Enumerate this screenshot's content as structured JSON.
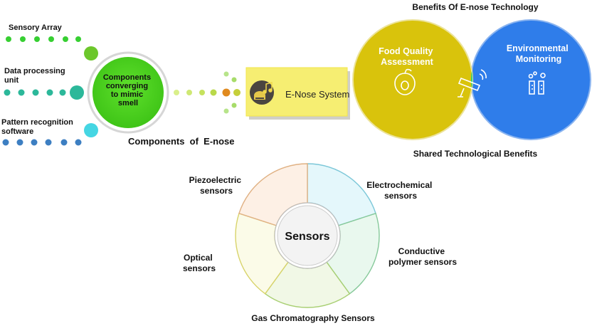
{
  "components": {
    "inputs": [
      {
        "line1": "Sensory Array",
        "line2": ""
      },
      {
        "line1": "Data processing",
        "line2": "unit"
      },
      {
        "line1": "Pattern recognition",
        "line2": "software"
      }
    ],
    "hub": {
      "line1": "Components",
      "line2": "converging",
      "line3": "to mimic",
      "line4": "smell"
    },
    "system_label": "E-Nose System",
    "caption": "Components  of  E-nose",
    "colors": {
      "green": "#6cc72b",
      "bright_green": "#37cf32",
      "teal": "#2cb89a",
      "cyan": "#45d6e3",
      "blue": "#3d7fc2",
      "orange": "#e08a1e",
      "box_fill": "#f6ee72",
      "box_border": "#f2e64a"
    }
  },
  "benefits": {
    "title": "Benefits Of E-nose Technology",
    "left": {
      "line1": "Food Quality",
      "line2": "Assessment",
      "icon": "fruit-icon"
    },
    "right": {
      "line1": "Environmental",
      "line2": "Monitoring",
      "icon": "factory-icon"
    },
    "shared_icon": "security-camera-icon",
    "caption": "Shared Technological Benefits",
    "colors": {
      "left": "#d9c30c",
      "right": "#2f7dea",
      "overlap": "#25d07e"
    }
  },
  "sensors": {
    "center_label": "Sensors",
    "segments": [
      {
        "line1": "Electrochemical",
        "line2": "sensors",
        "color": "#e4f7fb",
        "border": "#7cc7d8"
      },
      {
        "line1": "Conductive",
        "line2": "polymer sensors",
        "color": "#e9f8ee",
        "border": "#86c99a"
      },
      {
        "line1": "Gas Chromatography Sensors",
        "line2": "",
        "color": "#f1f8e6",
        "border": "#a8cf72"
      },
      {
        "line1": "Optical",
        "line2": "sensors",
        "color": "#fbfbe8",
        "border": "#d8d36a"
      },
      {
        "line1": "Piezoelectric",
        "line2": "sensors",
        "color": "#fdf0e5",
        "border": "#e0b183"
      }
    ]
  }
}
